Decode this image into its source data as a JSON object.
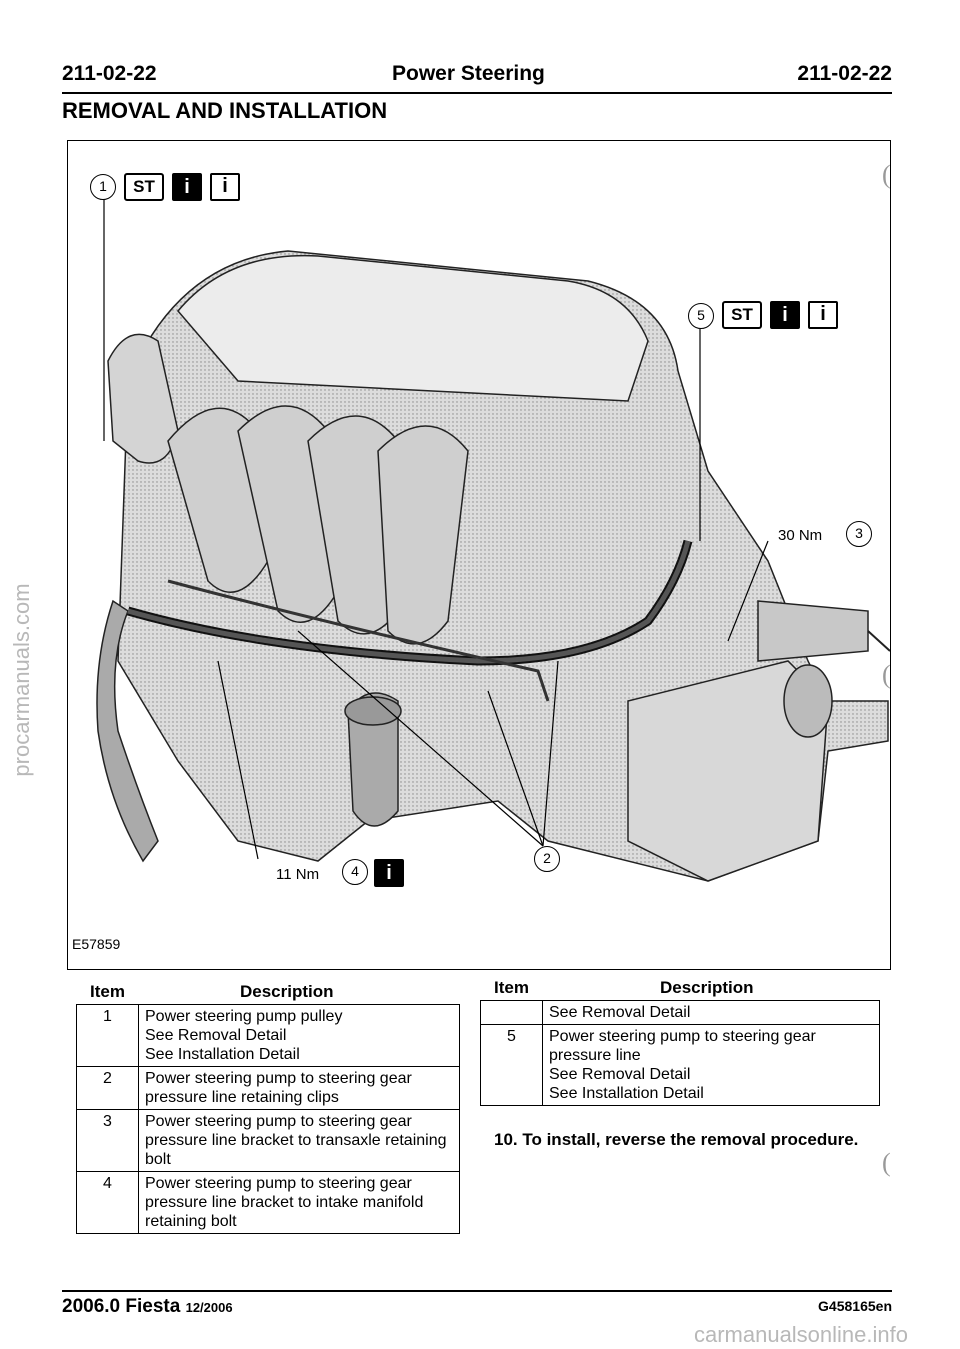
{
  "header": {
    "left_code": "211-02-22",
    "center_title": "Power Steering",
    "right_code": "211-02-22"
  },
  "section_title": "REMOVAL AND INSTALLATION",
  "watermarks": {
    "side": "procarmanuals.com",
    "bottom": "carmanualsonline.info"
  },
  "figure": {
    "id_label": "E57859",
    "icon_labels": {
      "st": "ST",
      "info": "i"
    },
    "callouts": [
      "1",
      "2",
      "3",
      "4",
      "5"
    ],
    "torque_3": "30 Nm",
    "torque_4": "11 Nm"
  },
  "table_headers": {
    "item": "Item",
    "description": "Description"
  },
  "table_left": [
    {
      "item": "1",
      "lines": [
        "Power steering pump pulley",
        "See Removal Detail",
        "See Installation Detail"
      ]
    },
    {
      "item": "2",
      "lines": [
        "Power steering pump to steering gear",
        "pressure line retaining clips"
      ]
    },
    {
      "item": "3",
      "lines": [
        "Power steering pump to steering gear",
        "pressure line bracket to transaxle retaining",
        "bolt"
      ]
    },
    {
      "item": "4",
      "lines": [
        "Power steering pump to steering gear",
        "pressure line bracket to intake manifold",
        "retaining bolt"
      ]
    }
  ],
  "table_right": [
    {
      "item": "",
      "lines": [
        "See Removal Detail"
      ]
    },
    {
      "item": "5",
      "lines": [
        "Power steering pump to steering gear",
        "pressure line",
        "See Removal Detail",
        "See Installation Detail"
      ]
    }
  ],
  "step_text": "10. To install, reverse the removal procedure.",
  "footer": {
    "model": "2006.0 Fiesta",
    "date": "12/2006",
    "code": "G458165en"
  }
}
